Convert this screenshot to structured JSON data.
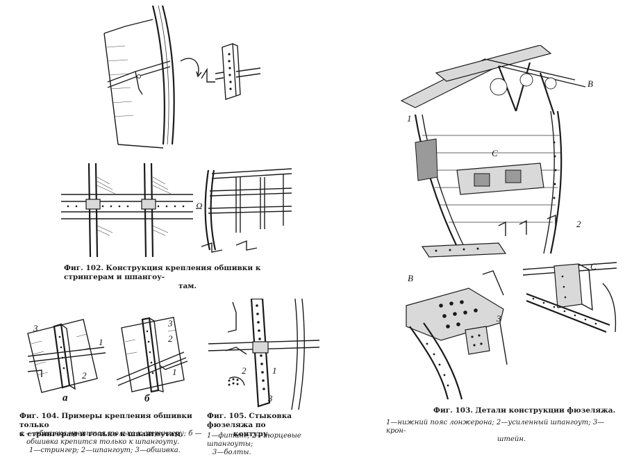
{
  "fig102": {
    "caption_num": "Фиг. 102.",
    "caption_text": "Конструкция крепления обшивки к стрингерам и шпангоу-",
    "caption_text2": "там."
  },
  "fig104": {
    "caption_num": "Фиг. 104.",
    "caption_text": "Примеры крепления обшивки только",
    "caption_text2": "к стрингерам и только к шпангоутам.",
    "legend_a": "а — обшивка крепится только к стрингеру; б —",
    "legend_b": "обшивка крепится только к шпангоуту.",
    "legend_c": "1—стрингер; 2—шпангоут; 3—обшивка.",
    "labels": {
      "three_a": "3",
      "one_a": "1",
      "two_a": "2",
      "sub_a": "а",
      "three_b": "3",
      "two_b": "2",
      "one_b": "1",
      "sub_b": "б"
    }
  },
  "fig105": {
    "caption_num": "Фиг. 105.",
    "caption_text": "Стыковка фюзеляжа по",
    "caption_text2": "контуру.",
    "legend_a": "1—фитинг; 2—торцевые шпангоуты;",
    "legend_b": "3—болты.",
    "labels": {
      "one": "1",
      "two": "2",
      "three": "3"
    }
  },
  "fig103": {
    "caption_num": "Фиг. 103.",
    "caption_text": "Детали конструкции фюзеляжа.",
    "legend_a": "1—нижний пояс лонжерона; 2—усиленный шпангоут; 3—крон-",
    "legend_b": "штейн.",
    "labels": {
      "B": "В",
      "one": "1",
      "C": "С",
      "two": "2",
      "B2": "В",
      "C2": "С",
      "three": "3"
    }
  }
}
